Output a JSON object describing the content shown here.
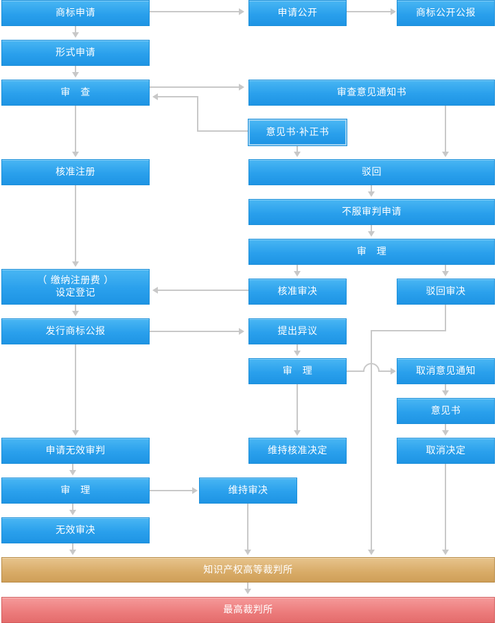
{
  "colors": {
    "box_blue": "#2aa0ec",
    "box_court": "#d8ab67",
    "box_supreme": "#ec7b7b",
    "line": "#c8c8c8"
  },
  "nodes": {
    "trademark_application": "商标申请",
    "application_publication": "申请公开",
    "trademark_gazette_publication": "商标公开公报",
    "formal_application": "形式申请",
    "examination": "审　查",
    "examination_opinion_notice": "审查意见通知书",
    "opinion_correction": "意见书·补正书",
    "approve_registration": "核准注册",
    "rejection": "驳回",
    "appeal_request": "不服审判申请",
    "appeal_hearing": "审　理",
    "pay_fee_registration": "（ 缴纳注册费 ）\n设定登记",
    "approval_decision": "核准审决",
    "rejection_decision": "驳回审决",
    "publish_gazette": "发行商标公报",
    "file_opposition": "提出异议",
    "opposition_hearing": "审　理",
    "cancellation_opinion_notice": "取消意见通知",
    "opinion_statement": "意见书",
    "invalidation_request": "申请无效审判",
    "maintain_approval_decision": "维持核准决定",
    "cancellation_decision": "取消决定",
    "invalidation_hearing": "审　理",
    "maintain_decision": "维持审决",
    "invalidation_decision": "无效审决",
    "ip_high_court": "知识产权高等裁判所",
    "supreme_court": "最高裁判所"
  }
}
